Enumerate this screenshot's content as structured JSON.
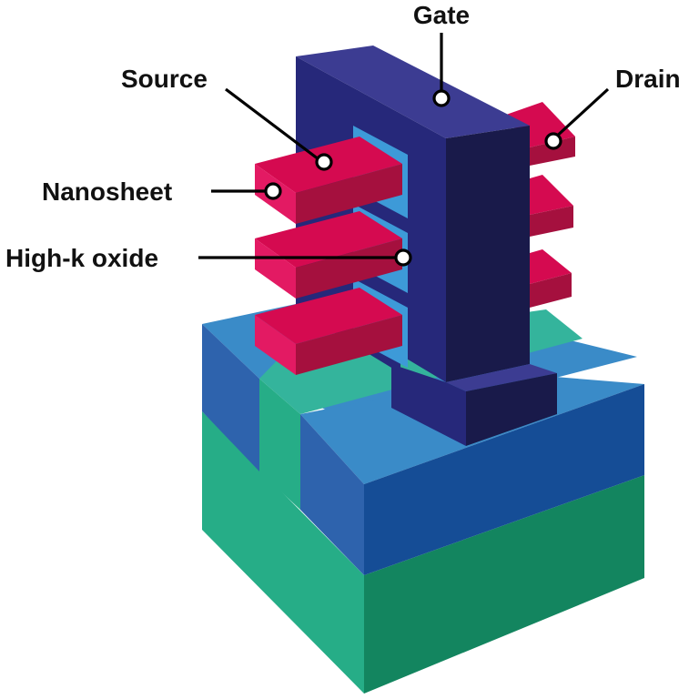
{
  "diagram": {
    "labels": {
      "gate": "Gate",
      "source": "Source",
      "drain": "Drain",
      "nanosheet": "Nanosheet",
      "high_k_oxide": "High-k oxide"
    },
    "colors": {
      "substrate_left": "#26ad87",
      "substrate_right": "#13855f",
      "substrate_top": "#34b49c",
      "oxide_layer_top": "#3a8bc8",
      "oxide_layer_left": "#2e63ad",
      "oxide_layer_right": "#154d96",
      "gate_face": "#26287a",
      "gate_top": "#3c3c92",
      "gate_side": "#191a4a",
      "high_k": "#3d9ad8",
      "sheet_top": "#d50a50",
      "sheet_front": "#e31a63",
      "sheet_side": "#a5103e"
    }
  }
}
